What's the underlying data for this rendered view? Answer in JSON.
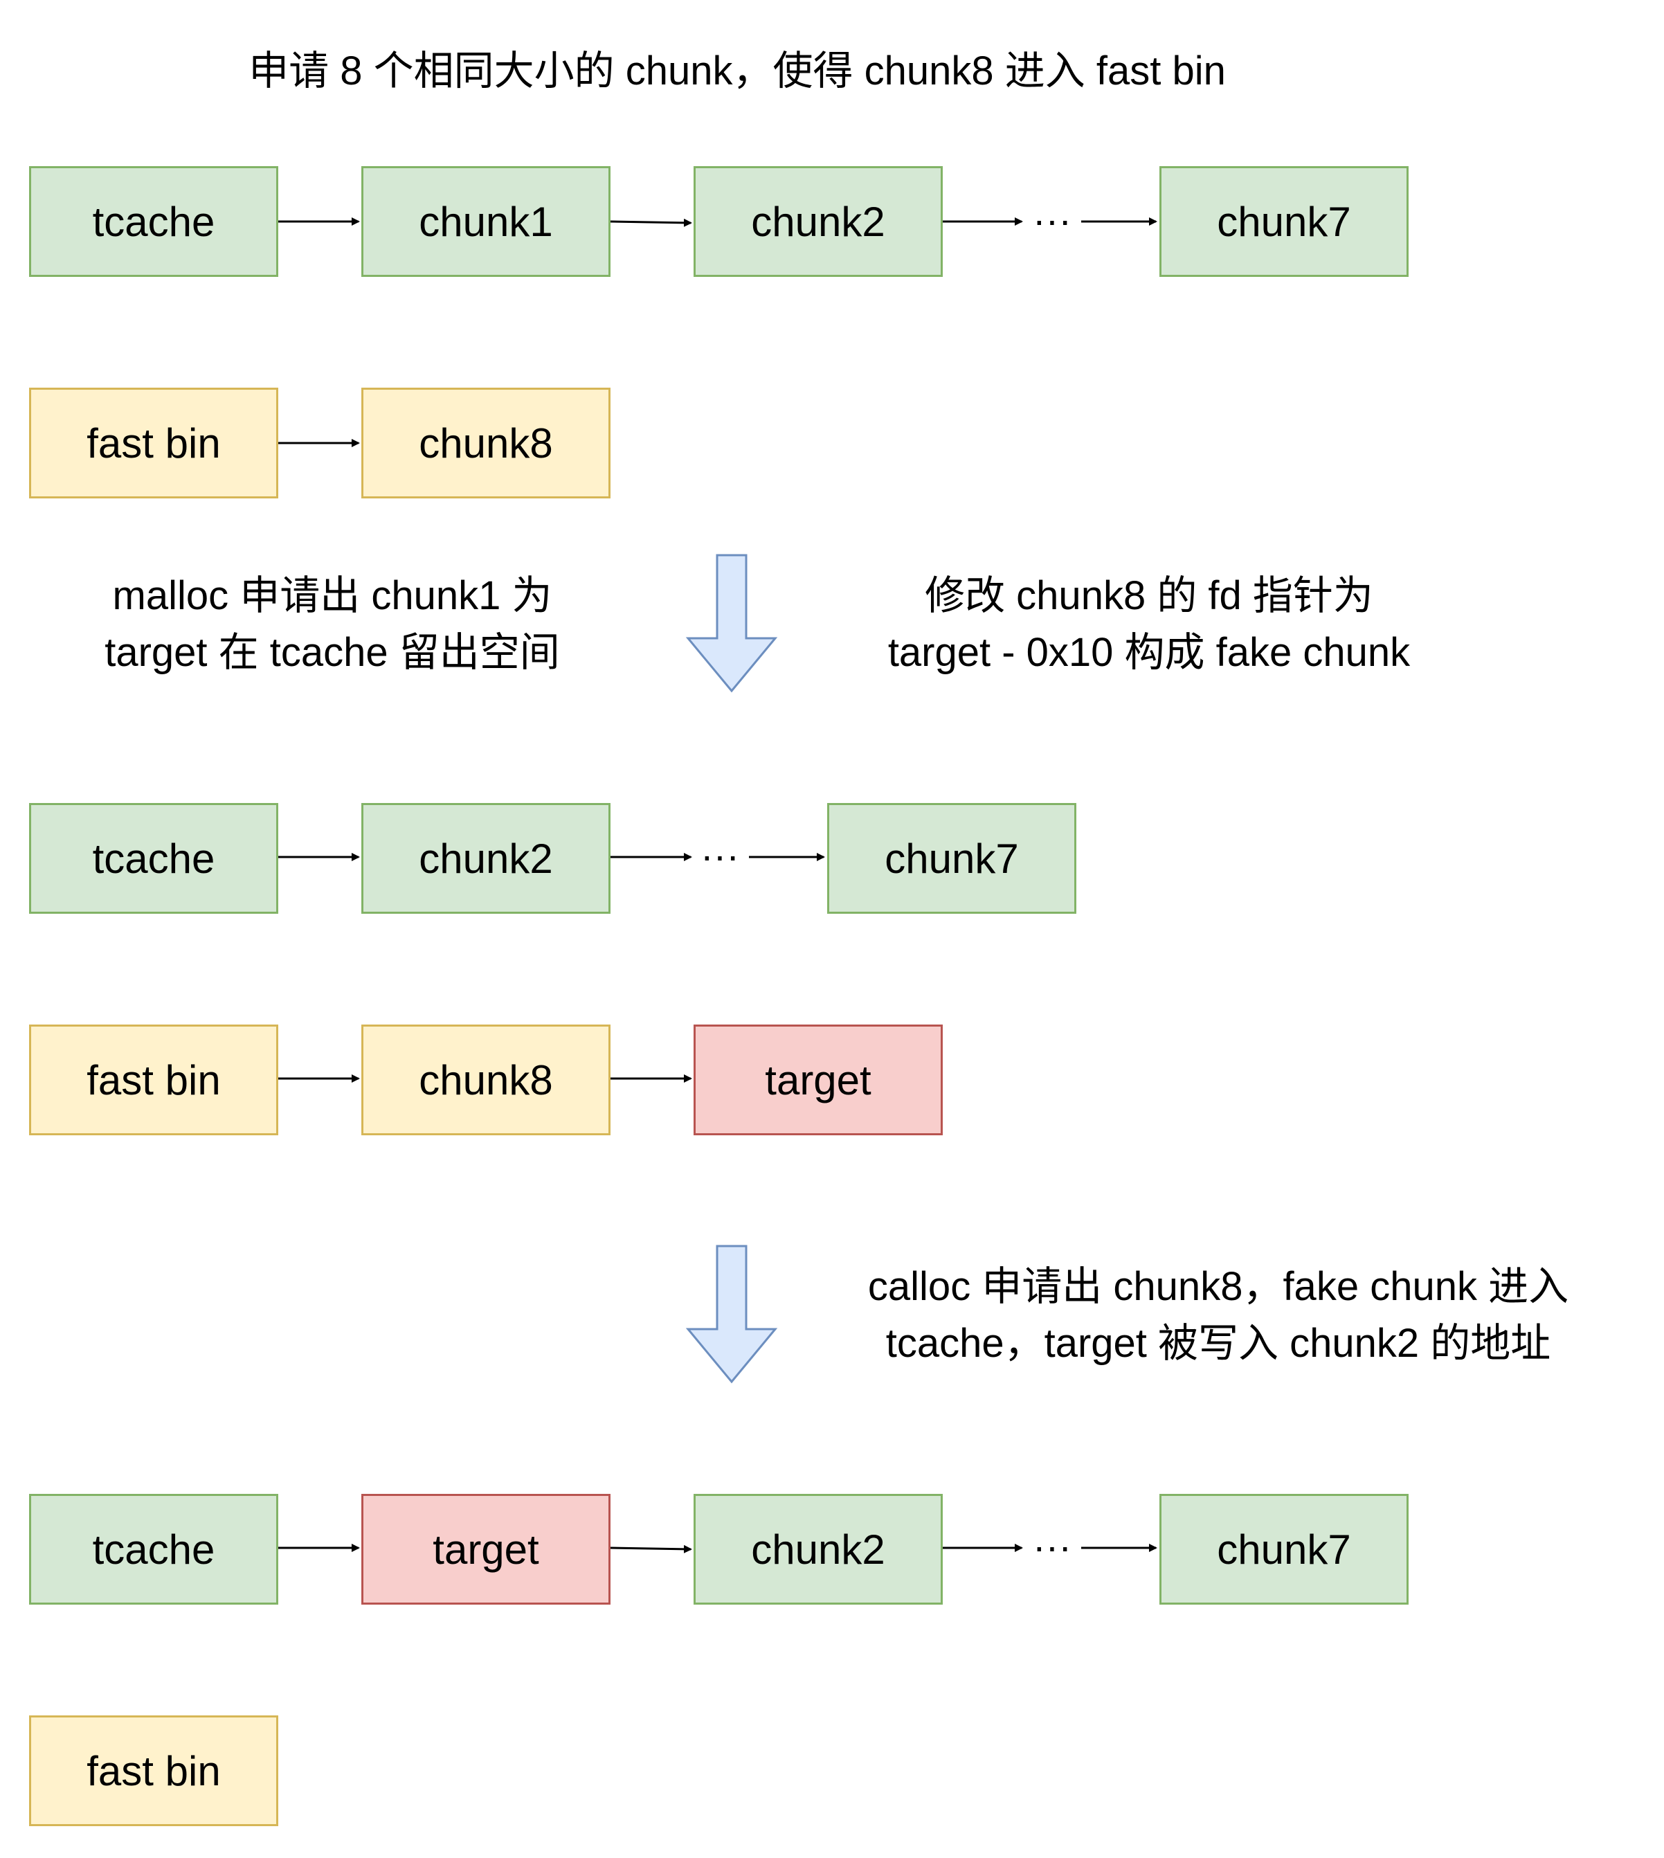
{
  "captions": {
    "top": "申请 8 个相同大小的 chunk，使得 chunk8 进入 fast bin",
    "step1_left_line1": "malloc 申请出 chunk1 为",
    "step1_left_line2": "target 在 tcache 留出空间",
    "step1_right_line1": "修改 chunk8 的 fd 指针为",
    "step1_right_line2": "target - 0x10 构成 fake chunk",
    "step2_right_line1": "calloc 申请出 chunk8，fake chunk 进入",
    "step2_right_line2": "tcache，target 被写入 chunk2 的地址"
  },
  "stage1": {
    "tcache_row": [
      "tcache",
      "chunk1",
      "chunk2",
      "chunk7"
    ],
    "fastbin_row": [
      "fast bin",
      "chunk8"
    ]
  },
  "stage2": {
    "tcache_row": [
      "tcache",
      "chunk2",
      "chunk7"
    ],
    "fastbin_row": [
      "fast bin",
      "chunk8",
      "target"
    ]
  },
  "stage3": {
    "tcache_row": [
      "tcache",
      "target",
      "chunk2",
      "chunk7"
    ],
    "fastbin_row": [
      "fast bin"
    ]
  },
  "ellipsis": "···",
  "colors": {
    "tcache_fill": "#d5e8d4",
    "tcache_stroke": "#82b366",
    "fastbin_fill": "#fff2cc",
    "fastbin_stroke": "#d6b656",
    "target_fill": "#f8cecc",
    "target_stroke": "#b85450",
    "down_arrow_fill": "#dae8fc",
    "down_arrow_stroke": "#6c8ebf"
  }
}
